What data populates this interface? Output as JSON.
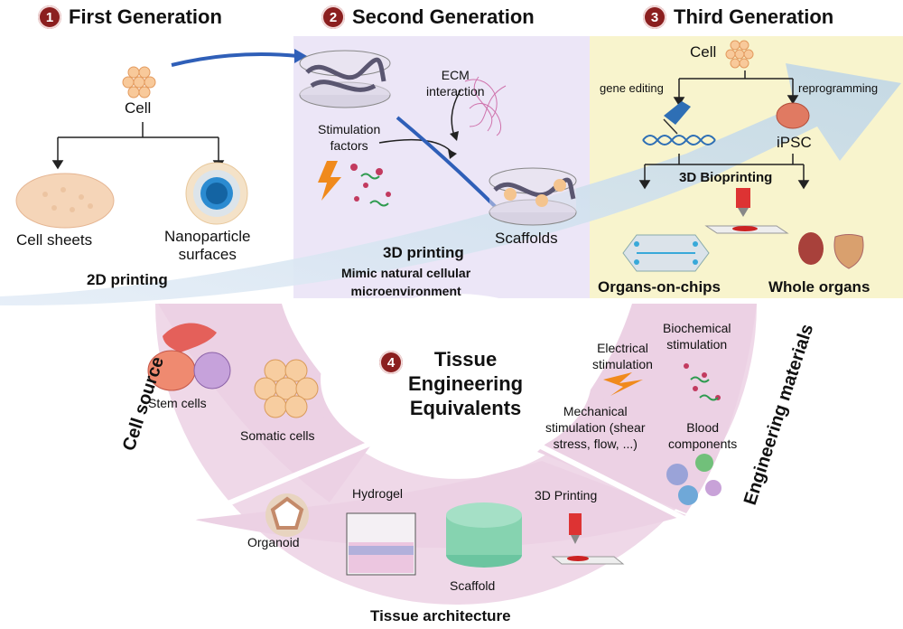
{
  "generations": {
    "first": {
      "num": "1",
      "title": "First Generation"
    },
    "second": {
      "num": "2",
      "title": "Second Generation"
    },
    "third": {
      "num": "3",
      "title": "Third Generation"
    }
  },
  "first_gen": {
    "cell": "Cell",
    "cell_sheets": "Cell sheets",
    "nano_line1": "Nanoparticle",
    "nano_line2": "surfaces",
    "printing": "2D printing"
  },
  "second_gen": {
    "ecm_line1": "ECM",
    "ecm_line2": "interaction",
    "stim_line1": "Stimulation",
    "stim_line2": "factors",
    "scaffolds": "Scaffolds",
    "printing": "3D printing",
    "mimic_line1": "Mimic natural cellular",
    "mimic_line2": "microenvironment"
  },
  "third_gen": {
    "cell": "Cell",
    "gene_editing": "gene editing",
    "reprogramming": "reprogramming",
    "ipsc": "iPSC",
    "bioprinting": "3D Bioprinting",
    "organs_on_chips": "Organs-on-chips",
    "whole_organs": "Whole organs"
  },
  "tissue": {
    "num": "4",
    "title_line1": "Tissue",
    "title_line2": "Engineering",
    "title_line3": "Equivalents"
  },
  "cell_source": {
    "label": "Cell source",
    "stem_cells": "Stem cells",
    "somatic_cells": "Somatic cells"
  },
  "engineering": {
    "label": "Engineering materials",
    "electrical_line1": "Electrical",
    "electrical_line2": "stimulation",
    "biochem_line1": "Biochemical",
    "biochem_line2": "stimulation",
    "mech_line1": "Mechanical",
    "mech_line2": "stimulation (shear",
    "mech_line3": "stress, flow, ...)",
    "blood_line1": "Blood",
    "blood_line2": "components"
  },
  "architecture": {
    "label": "Tissue architecture",
    "organoid": "Organoid",
    "hydrogel": "Hydrogel",
    "scaffold": "Scaffold",
    "printing3d": "3D Printing"
  },
  "colors": {
    "accent_red": "#8b1f1f",
    "panel2": "#ece6f7",
    "panel3": "#f8f4cd",
    "arc": "#ecd1e4",
    "arrow_blue": "#2f5fb8"
  }
}
